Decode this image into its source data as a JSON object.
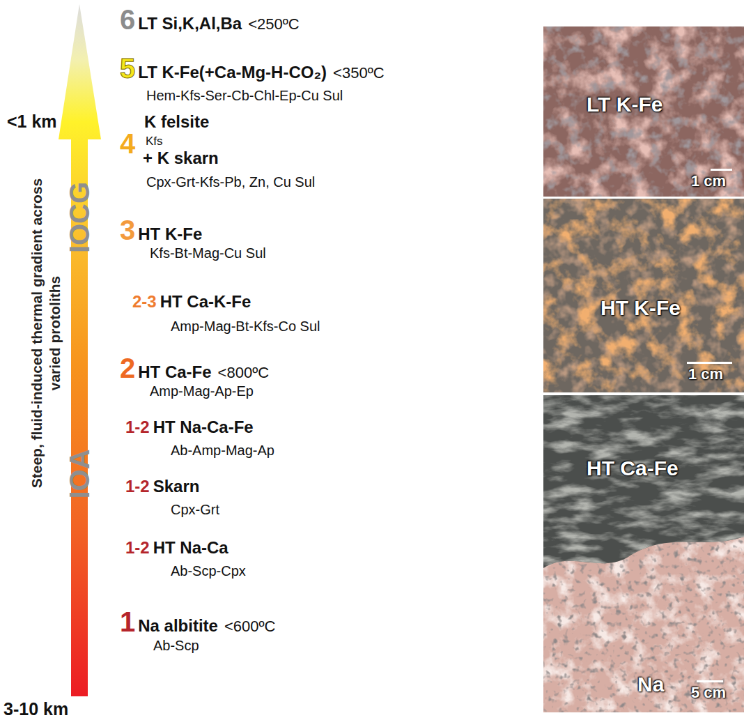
{
  "diagram": {
    "nodes": [
      {
        "text": [
          "LT K-Fe",
          "1 cm"
        ]
      },
      {
        "text": [
          "HT K-Fe",
          "1 cm"
        ]
      },
      {
        "text": [
          "HT Ca-Fe",
          "Na",
          "5 cm"
        ]
      }
    ],
    "labels": [
      "6",
      "LT Si,K,Al,Ba",
      "<250ºC",
      "5",
      "LT K-Fe(+Ca-Mg-H-CO₂)",
      "<350ºC",
      "Hem-Kfs-Ser-Cb-Chl-Ep-Cu Sul",
      "4",
      "K felsite",
      "Kfs",
      "+ K skarn",
      "Cpx-Grt-Kfs-Pb, Zn, Cu Sul",
      "3",
      "HT K-Fe",
      "Kfs-Bt-Mag-Cu Sul",
      "2-3",
      "HT Ca-K-Fe",
      "Amp-Mag-Bt-Kfs-Co Sul",
      "2",
      "HT Ca-Fe",
      "<800ºC",
      "Amp-Mag-Ap-Ep",
      "1-2",
      "HT Na-Ca-Fe",
      "Ab-Amp-Mag-Ap",
      "1-2",
      "Skarn",
      "Cpx-Grt",
      "1-2",
      "HT Na-Ca",
      "Ab-Scp-Cpx",
      "1",
      "Na albitite",
      "<600ºC",
      "Ab-Scp",
      "<1 km",
      "3-10 km",
      "Steep, fluid-induced thermal gradient across varied protoliths",
      "IOCG",
      "IOA"
    ]
  }
}
